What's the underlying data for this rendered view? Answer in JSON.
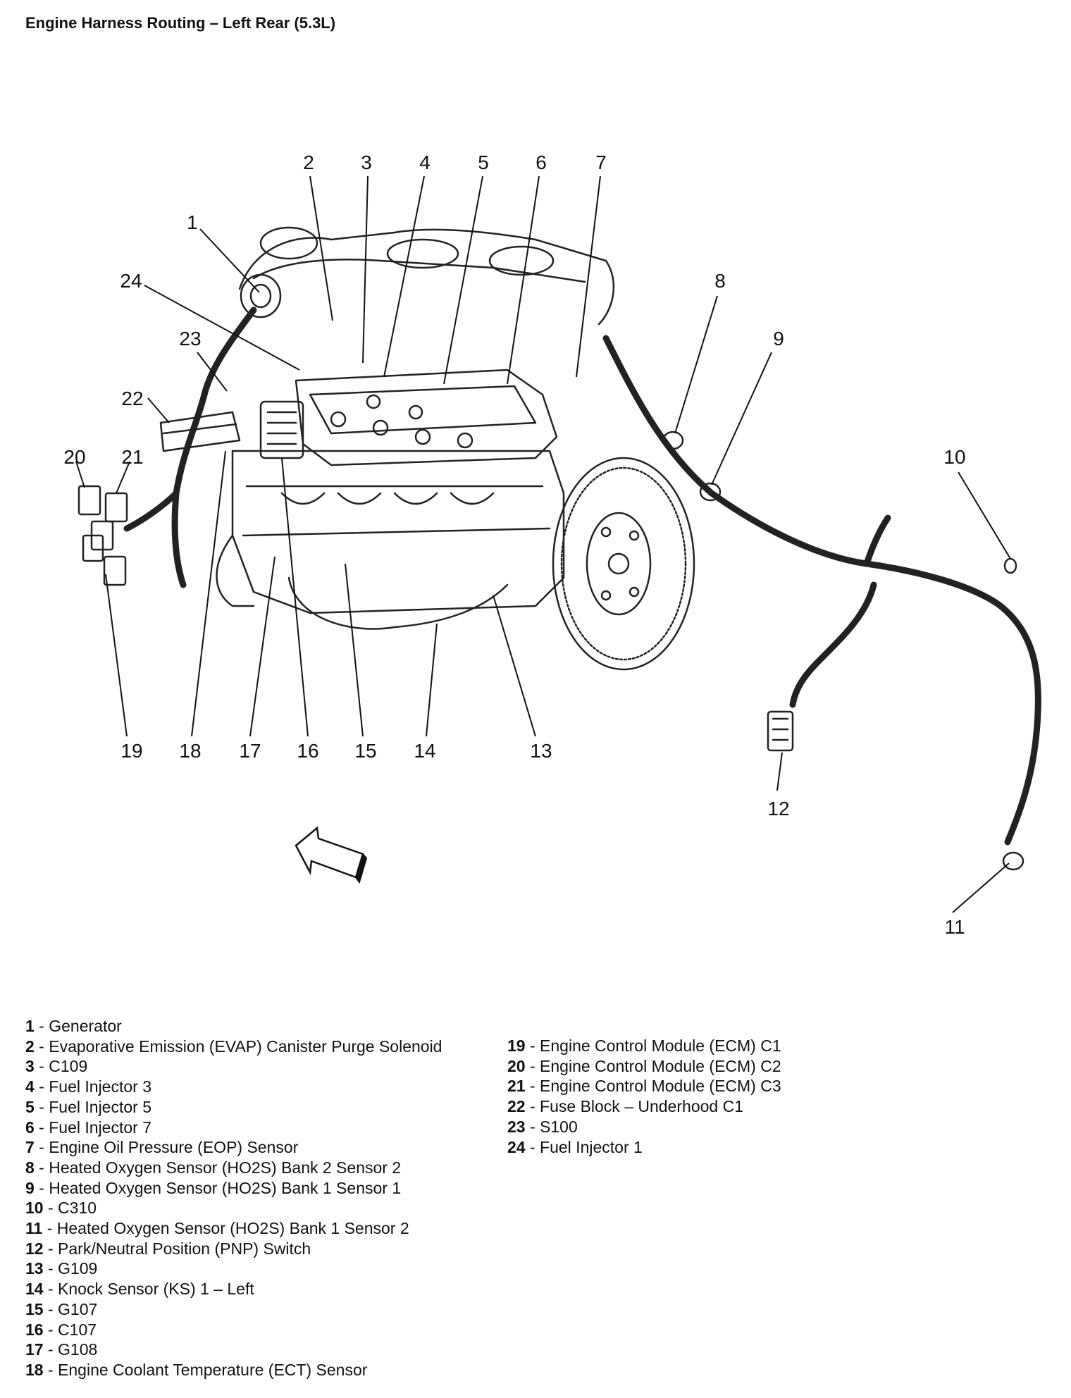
{
  "title": "Engine Harness Routing – Left Rear (5.3L)",
  "callouts": [
    "1",
    "2",
    "3",
    "4",
    "5",
    "6",
    "7",
    "8",
    "9",
    "10",
    "11",
    "12",
    "13",
    "14",
    "15",
    "16",
    "17",
    "18",
    "19",
    "20",
    "21",
    "22",
    "23",
    "24"
  ],
  "legend": {
    "left": [
      {
        "num": "1",
        "label": "Generator"
      },
      {
        "num": "2",
        "label": "Evaporative Emission (EVAP) Canister Purge Solenoid"
      },
      {
        "num": "3",
        "label": "C109"
      },
      {
        "num": "4",
        "label": "Fuel Injector 3"
      },
      {
        "num": "5",
        "label": "Fuel Injector 5"
      },
      {
        "num": "6",
        "label": "Fuel Injector 7"
      },
      {
        "num": "7",
        "label": "Engine Oil Pressure (EOP) Sensor"
      },
      {
        "num": "8",
        "label": "Heated Oxygen Sensor (HO2S) Bank 2 Sensor 2"
      },
      {
        "num": "9",
        "label": "Heated Oxygen Sensor (HO2S) Bank 1 Sensor 1"
      },
      {
        "num": "10",
        "label": "C310"
      },
      {
        "num": "11",
        "label": "Heated Oxygen Sensor (HO2S) Bank 1 Sensor 2"
      },
      {
        "num": "12",
        "label": "Park/Neutral Position (PNP) Switch"
      },
      {
        "num": "13",
        "label": "G109"
      },
      {
        "num": "14",
        "label": "Knock Sensor (KS) 1 – Left"
      },
      {
        "num": "15",
        "label": "G107"
      },
      {
        "num": "16",
        "label": "C107"
      },
      {
        "num": "17",
        "label": "G108"
      },
      {
        "num": "18",
        "label": "Engine Coolant Temperature (ECT) Sensor"
      }
    ],
    "right": [
      {
        "num": "19",
        "label": "Engine Control Module (ECM) C1"
      },
      {
        "num": "20",
        "label": "Engine Control Module (ECM) C2"
      },
      {
        "num": "21",
        "label": "Engine Control Module (ECM) C3"
      },
      {
        "num": "22",
        "label": "Fuse Block – Underhood C1"
      },
      {
        "num": "23",
        "label": "S100"
      },
      {
        "num": "24",
        "label": "Fuel Injector 1"
      }
    ]
  }
}
